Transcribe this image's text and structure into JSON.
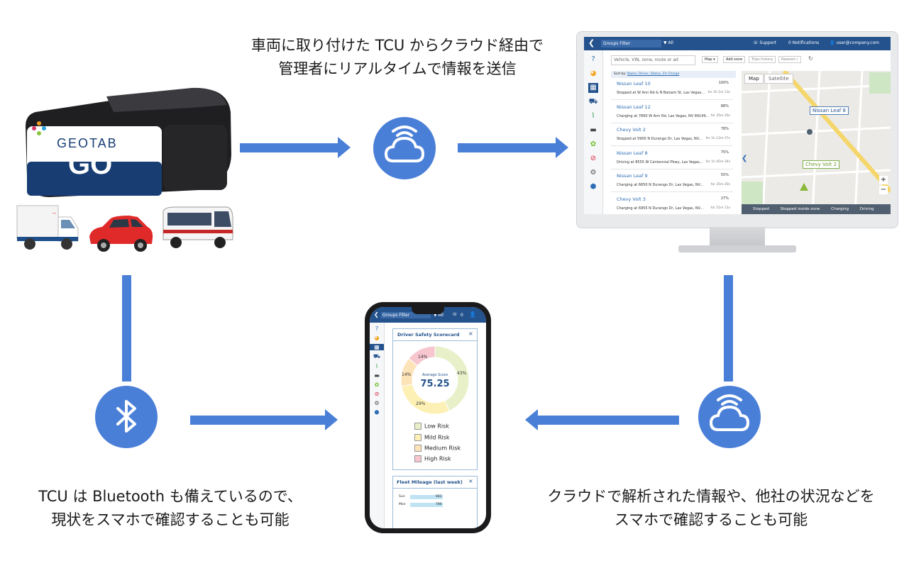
{
  "captions": {
    "top_line1": "車両に取り付けた TCU からクラウド経由で",
    "top_line2": "管理者にリアルタイムで情報を送信",
    "left_line1": "TCU は Bluetooth も備えているので、",
    "left_line2": "現状をスマホで確認することも可能",
    "right_line1": "クラウドで解析された情報や、他社の状況などを",
    "right_line2": "スマホで確認することも可能"
  },
  "device": {
    "brand": "GEOTAB",
    "model": "GO"
  },
  "desktop": {
    "groups_filter": "Groups Filter",
    "all": "All",
    "support": "Support",
    "notifications": "0 Notifications",
    "user": "user@company.com",
    "search_placeholder": "Vehicle, VIN, zone, route or ad",
    "map_btn": "Map",
    "add_zone": "Add zone",
    "trips_history": "Trips history",
    "nearest": "Nearest",
    "sort_by": "Sort by:",
    "sort_opts": "Name, Driver, Status, EV Charge",
    "map_tab": "Map",
    "satellite_tab": "Satellite",
    "map_label_1": "Nissan Leaf 8",
    "map_label_2": "Chevy Volt 2",
    "zoom_in": "+",
    "zoom_out": "−",
    "legend": [
      "Stopped",
      "Stopped inside zone",
      "Charging",
      "Driving"
    ],
    "vehicles": [
      {
        "name": "Nissan Leaf 10",
        "status": "Stopped",
        "addr": "W Ann Rd & N Balsam St, Las Vegas...",
        "pct": "100%",
        "time": "for 2h 1m 13s"
      },
      {
        "name": "Nissan Leaf 12",
        "status": "Charging",
        "addr": "7890 W Ann Rd, Las Vegas, NV 89149...",
        "pct": "88%",
        "time": "for 35m 20s"
      },
      {
        "name": "Chevy Volt 2",
        "status": "Stopped",
        "addr": "5900 N Durango Dr, Las Vegas, NV...",
        "pct": "78%",
        "time": "for 1h 12m 57s"
      },
      {
        "name": "Nissan Leaf 8",
        "status": "Driving",
        "addr": "8555 W Centennial Pkwy, Las Vegas...",
        "pct": "75%",
        "time": "for 1h 45m 34s"
      },
      {
        "name": "Nissan Leaf 9",
        "status": "Charging",
        "addr": "6650 N Durango Dr, Las Vegas, NV...",
        "pct": "55%",
        "time": "for 35m 20s"
      },
      {
        "name": "Chevy Volt 3",
        "status": "Charging",
        "addr": "6955 N Durango Dr, Las Vegas, NV...",
        "pct": "27%",
        "time": "for 51m 11s"
      }
    ]
  },
  "phone": {
    "groups_filter": "Groups Filter",
    "all": "All",
    "notif": "0",
    "scorecard_title": "Driver Safety Scorecard",
    "avg_label": "Average Score",
    "avg_value": "75.25",
    "pct_labels": [
      "43%",
      "29%",
      "14%",
      "14%"
    ],
    "legend": [
      "Low Risk",
      "Mild Risk",
      "Medium Risk",
      "High Risk"
    ],
    "mileage_title": "Fleet Mileage (last week)",
    "mileage_rows": [
      "Sun",
      "Mon"
    ],
    "mileage_vals": [
      "683",
      "786"
    ],
    "close": "×",
    "colors": {
      "low": "#e7f0c8",
      "mild": "#fdf0b5",
      "medium": "#fde3b8",
      "high": "#f7c6cf"
    }
  },
  "accent": "#4a7fd8"
}
